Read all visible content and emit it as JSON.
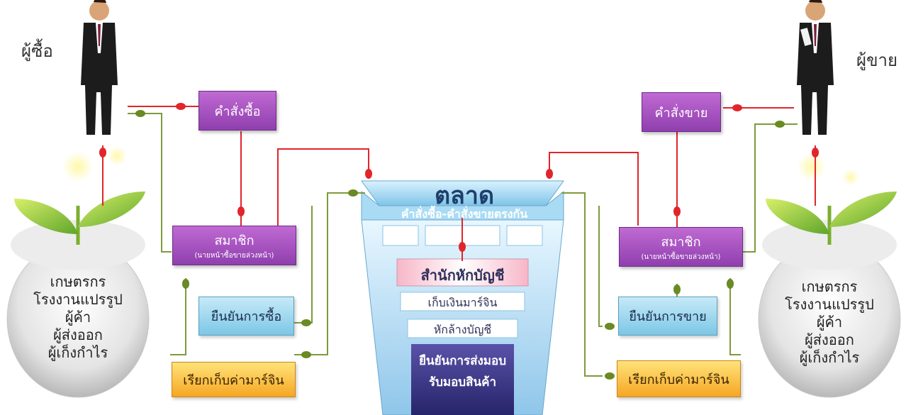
{
  "buyer": {
    "label": "ผู้ซื้อ"
  },
  "seller": {
    "label": "ผู้ขาย"
  },
  "buy_order": "คำสั่งซื้อ",
  "sell_order": "คำสั่งขาย",
  "member_left": {
    "title": "สมาชิก",
    "subtitle": "(นายหน้าซื้อขายล่วงหน้า)"
  },
  "member_right": {
    "title": "สมาชิก",
    "subtitle": "(นายหน้าซื้อขายล่วงหน้า)"
  },
  "confirm_buy": "ยืนยันการซื้อ",
  "confirm_sell": "ยืนยันการขาย",
  "margin_call_left": "เรียกเก็บค่ามาร์จิน",
  "margin_call_right": "เรียกเก็บค่ามาร์จิน",
  "market": {
    "title": "ตลาด",
    "subtitle": "คำสั่งซื้อ-คำสั่งขายตรงกัน",
    "clearing_house": "สำนักหักบัญชี",
    "collect_margin": "เก็บเงินมาร์จิน",
    "clearing": "หักล้างบัญชี",
    "delivery_line1": "ยืนยันการส่งมอบ",
    "delivery_line2": "รับมอบสินค้า"
  },
  "participants_left": [
    "เกษตรกร",
    "โรงงานแปรรูป",
    "ผู้ค้า",
    "ผู้ส่งออก",
    "ผู้เก็งกำไร"
  ],
  "participants_right": [
    "เกษตรกร",
    "โรงงานแปรรูป",
    "ผู้ค้า",
    "ผู้ส่งออก",
    "ผู้เก็งกำไร"
  ],
  "colors": {
    "red_line": "#e1252b",
    "green_line": "#7f9a3a",
    "purple": "#9b4bba",
    "blue": "#8fd0ea",
    "orange": "#f7b733"
  }
}
